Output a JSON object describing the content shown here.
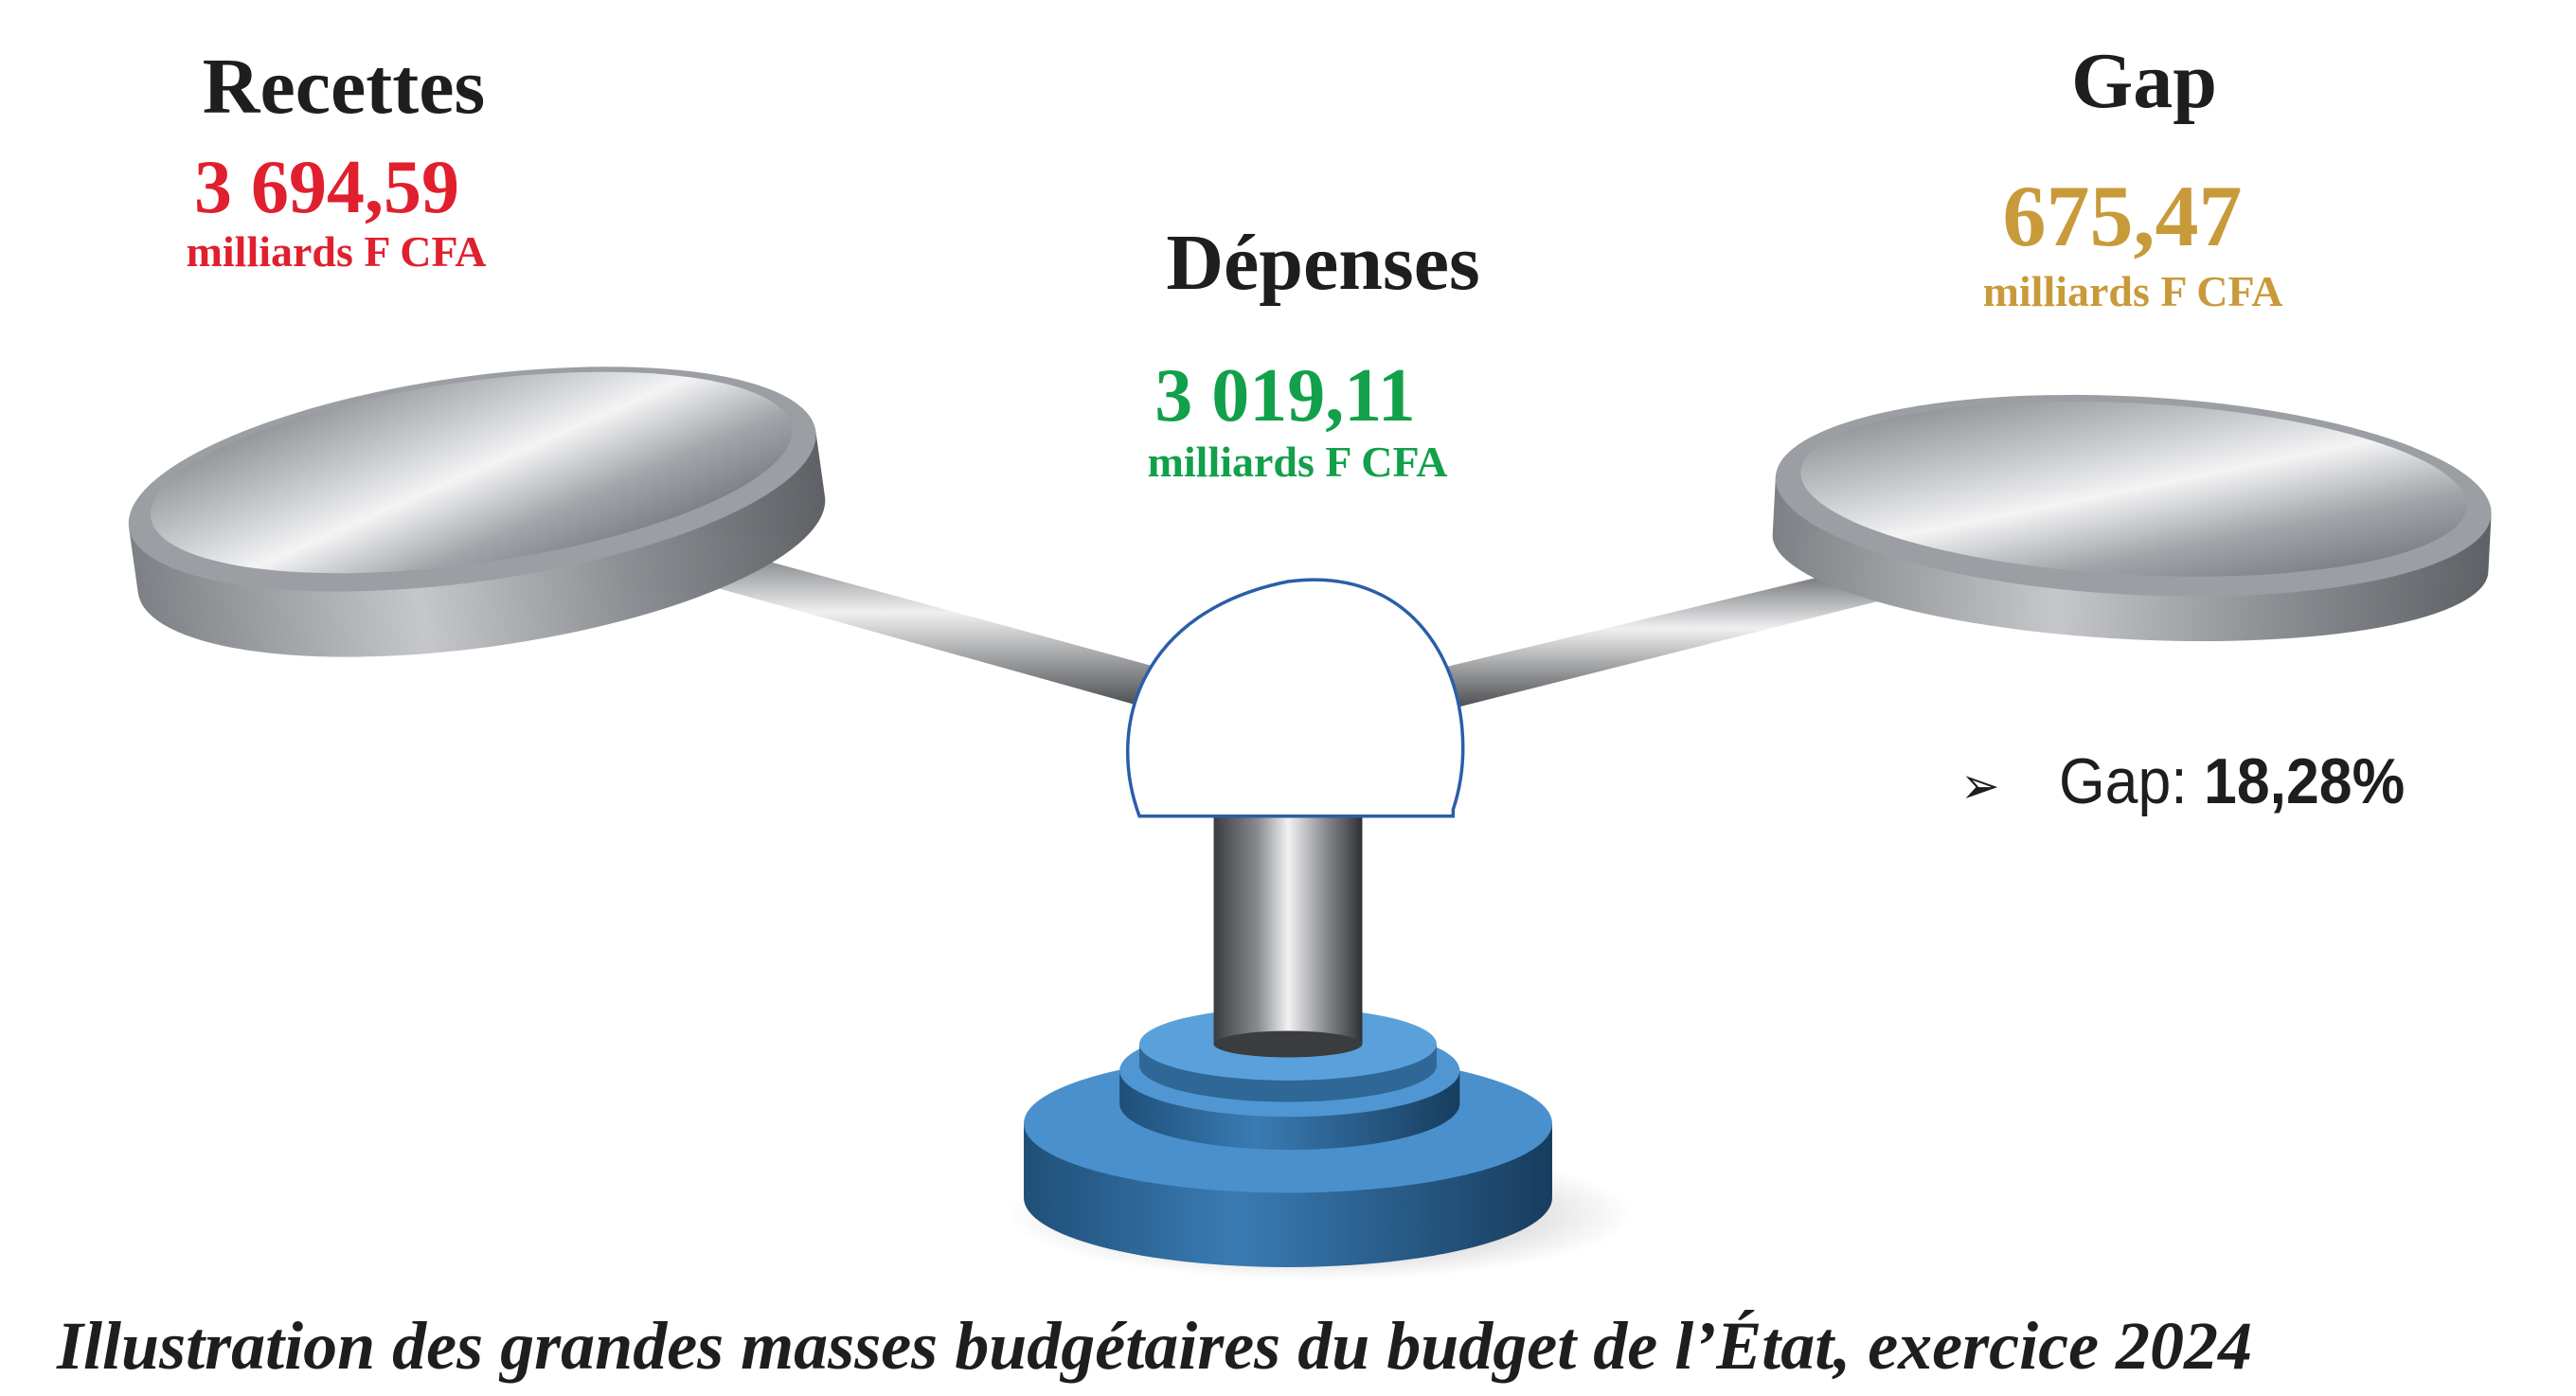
{
  "recettes": {
    "title": "Recettes",
    "value": "3 694,59",
    "unit": "milliards F CFA",
    "color": "#e0202e"
  },
  "depenses": {
    "title": "Dépenses",
    "value": "3 019,11",
    "unit": "milliards F CFA",
    "color": "#12a04a"
  },
  "gap": {
    "title": "Gap",
    "value": "675,47",
    "unit": "milliards F CFA",
    "color": "#c99a3a"
  },
  "gap_note": {
    "bullet": "➢",
    "label": "Gap:",
    "value": "18,28%"
  },
  "caption": "Illustration des grandes masses budgétaires du budget de l’État, exercice 2024"
}
